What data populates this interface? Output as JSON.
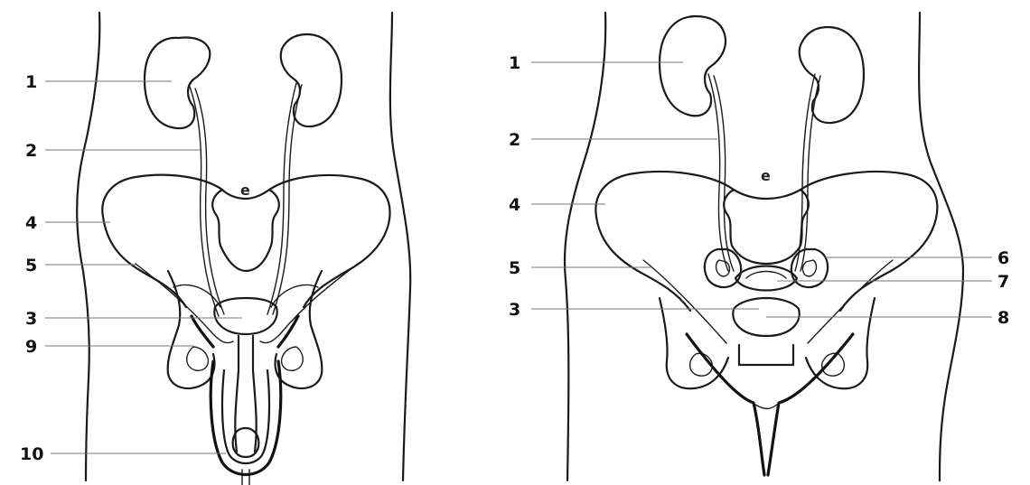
{
  "male_labels": [
    "1",
    "2",
    "4",
    "5",
    "3",
    "9",
    "10"
  ],
  "female_labels": [
    "1",
    "2",
    "4",
    "5",
    "3",
    "6",
    "7",
    "8"
  ],
  "sacrum_glyph": "e"
}
